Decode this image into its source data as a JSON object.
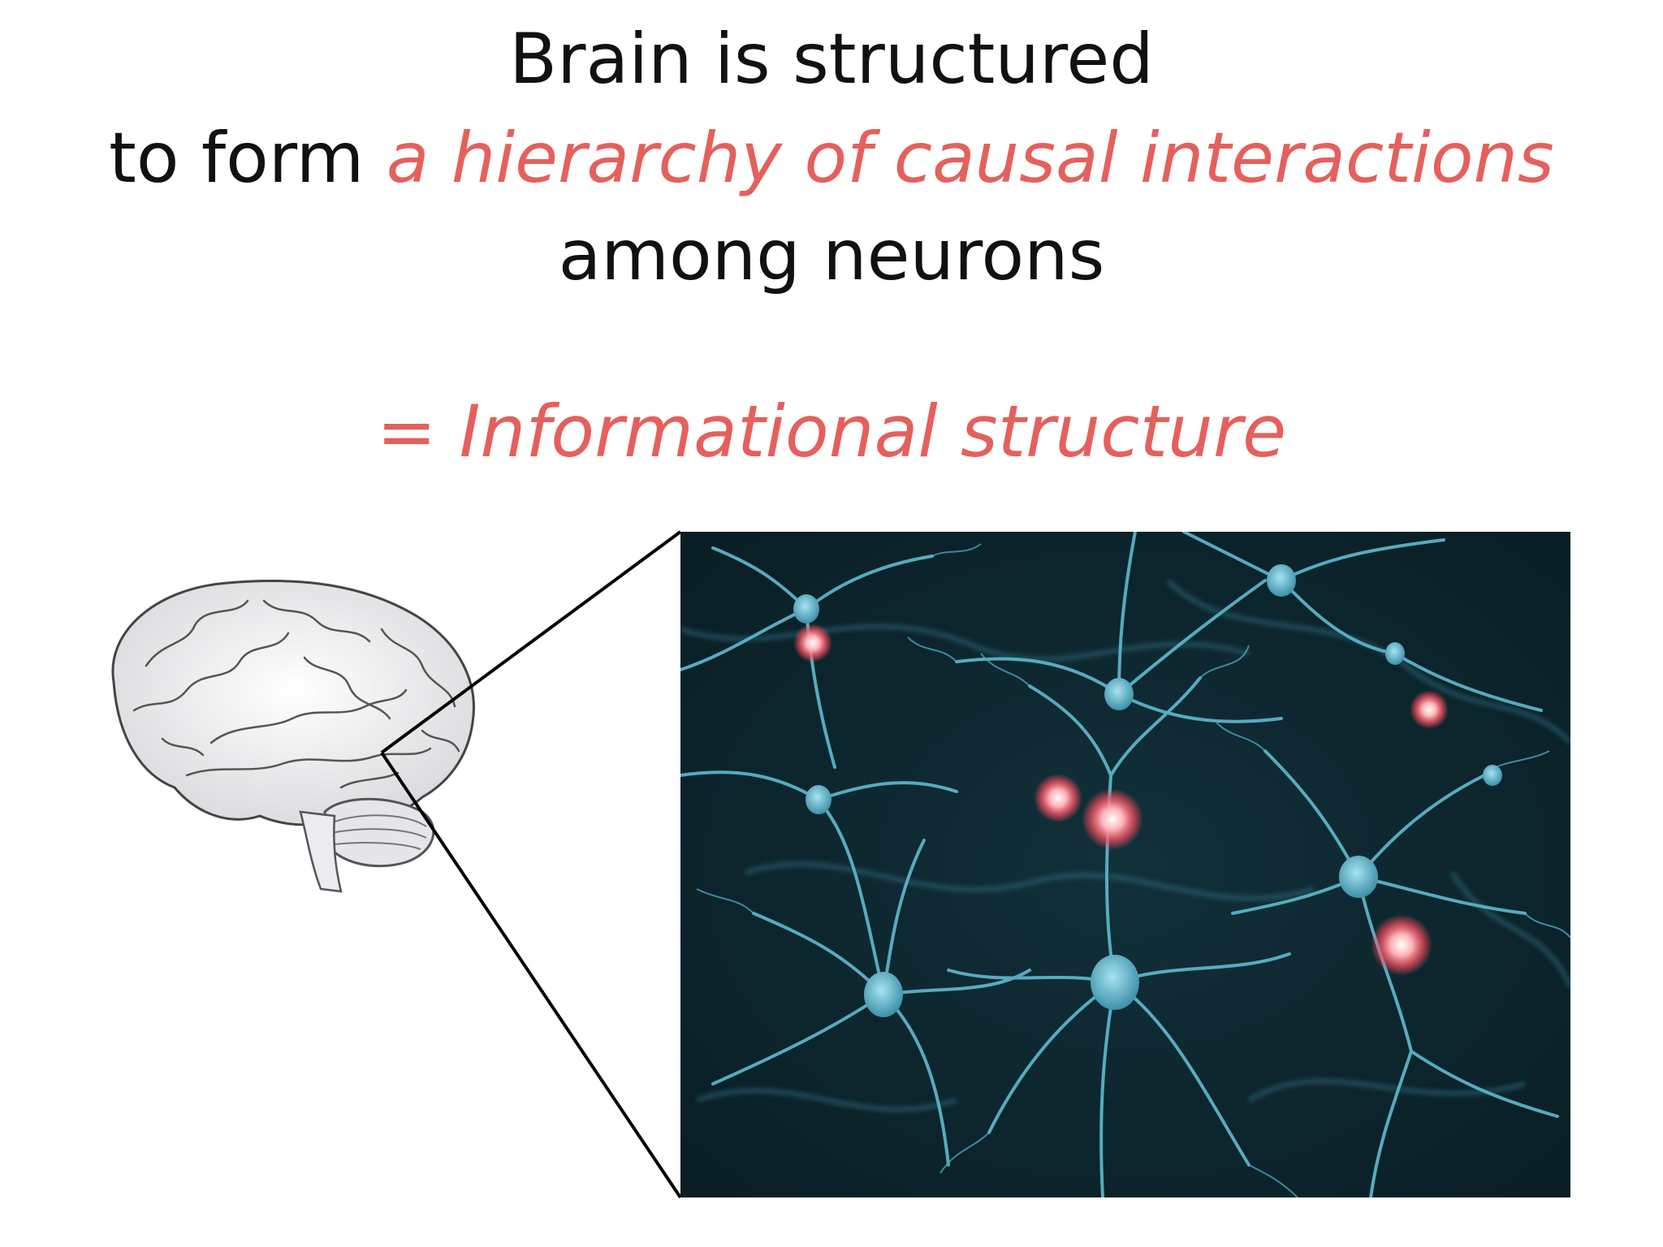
{
  "slide": {
    "title_line1": "Brain is structured",
    "title_line2_prefix": "to form ",
    "title_line2_accent": "a hierarchy of causal interactions",
    "title_line3": "among neurons",
    "subtitle": "= Informational structure",
    "accent_color": "#e5605c",
    "text_color": "#111111"
  },
  "figure": {
    "left_image": "brain-illustration",
    "right_image": "neuron-network-micrograph"
  }
}
